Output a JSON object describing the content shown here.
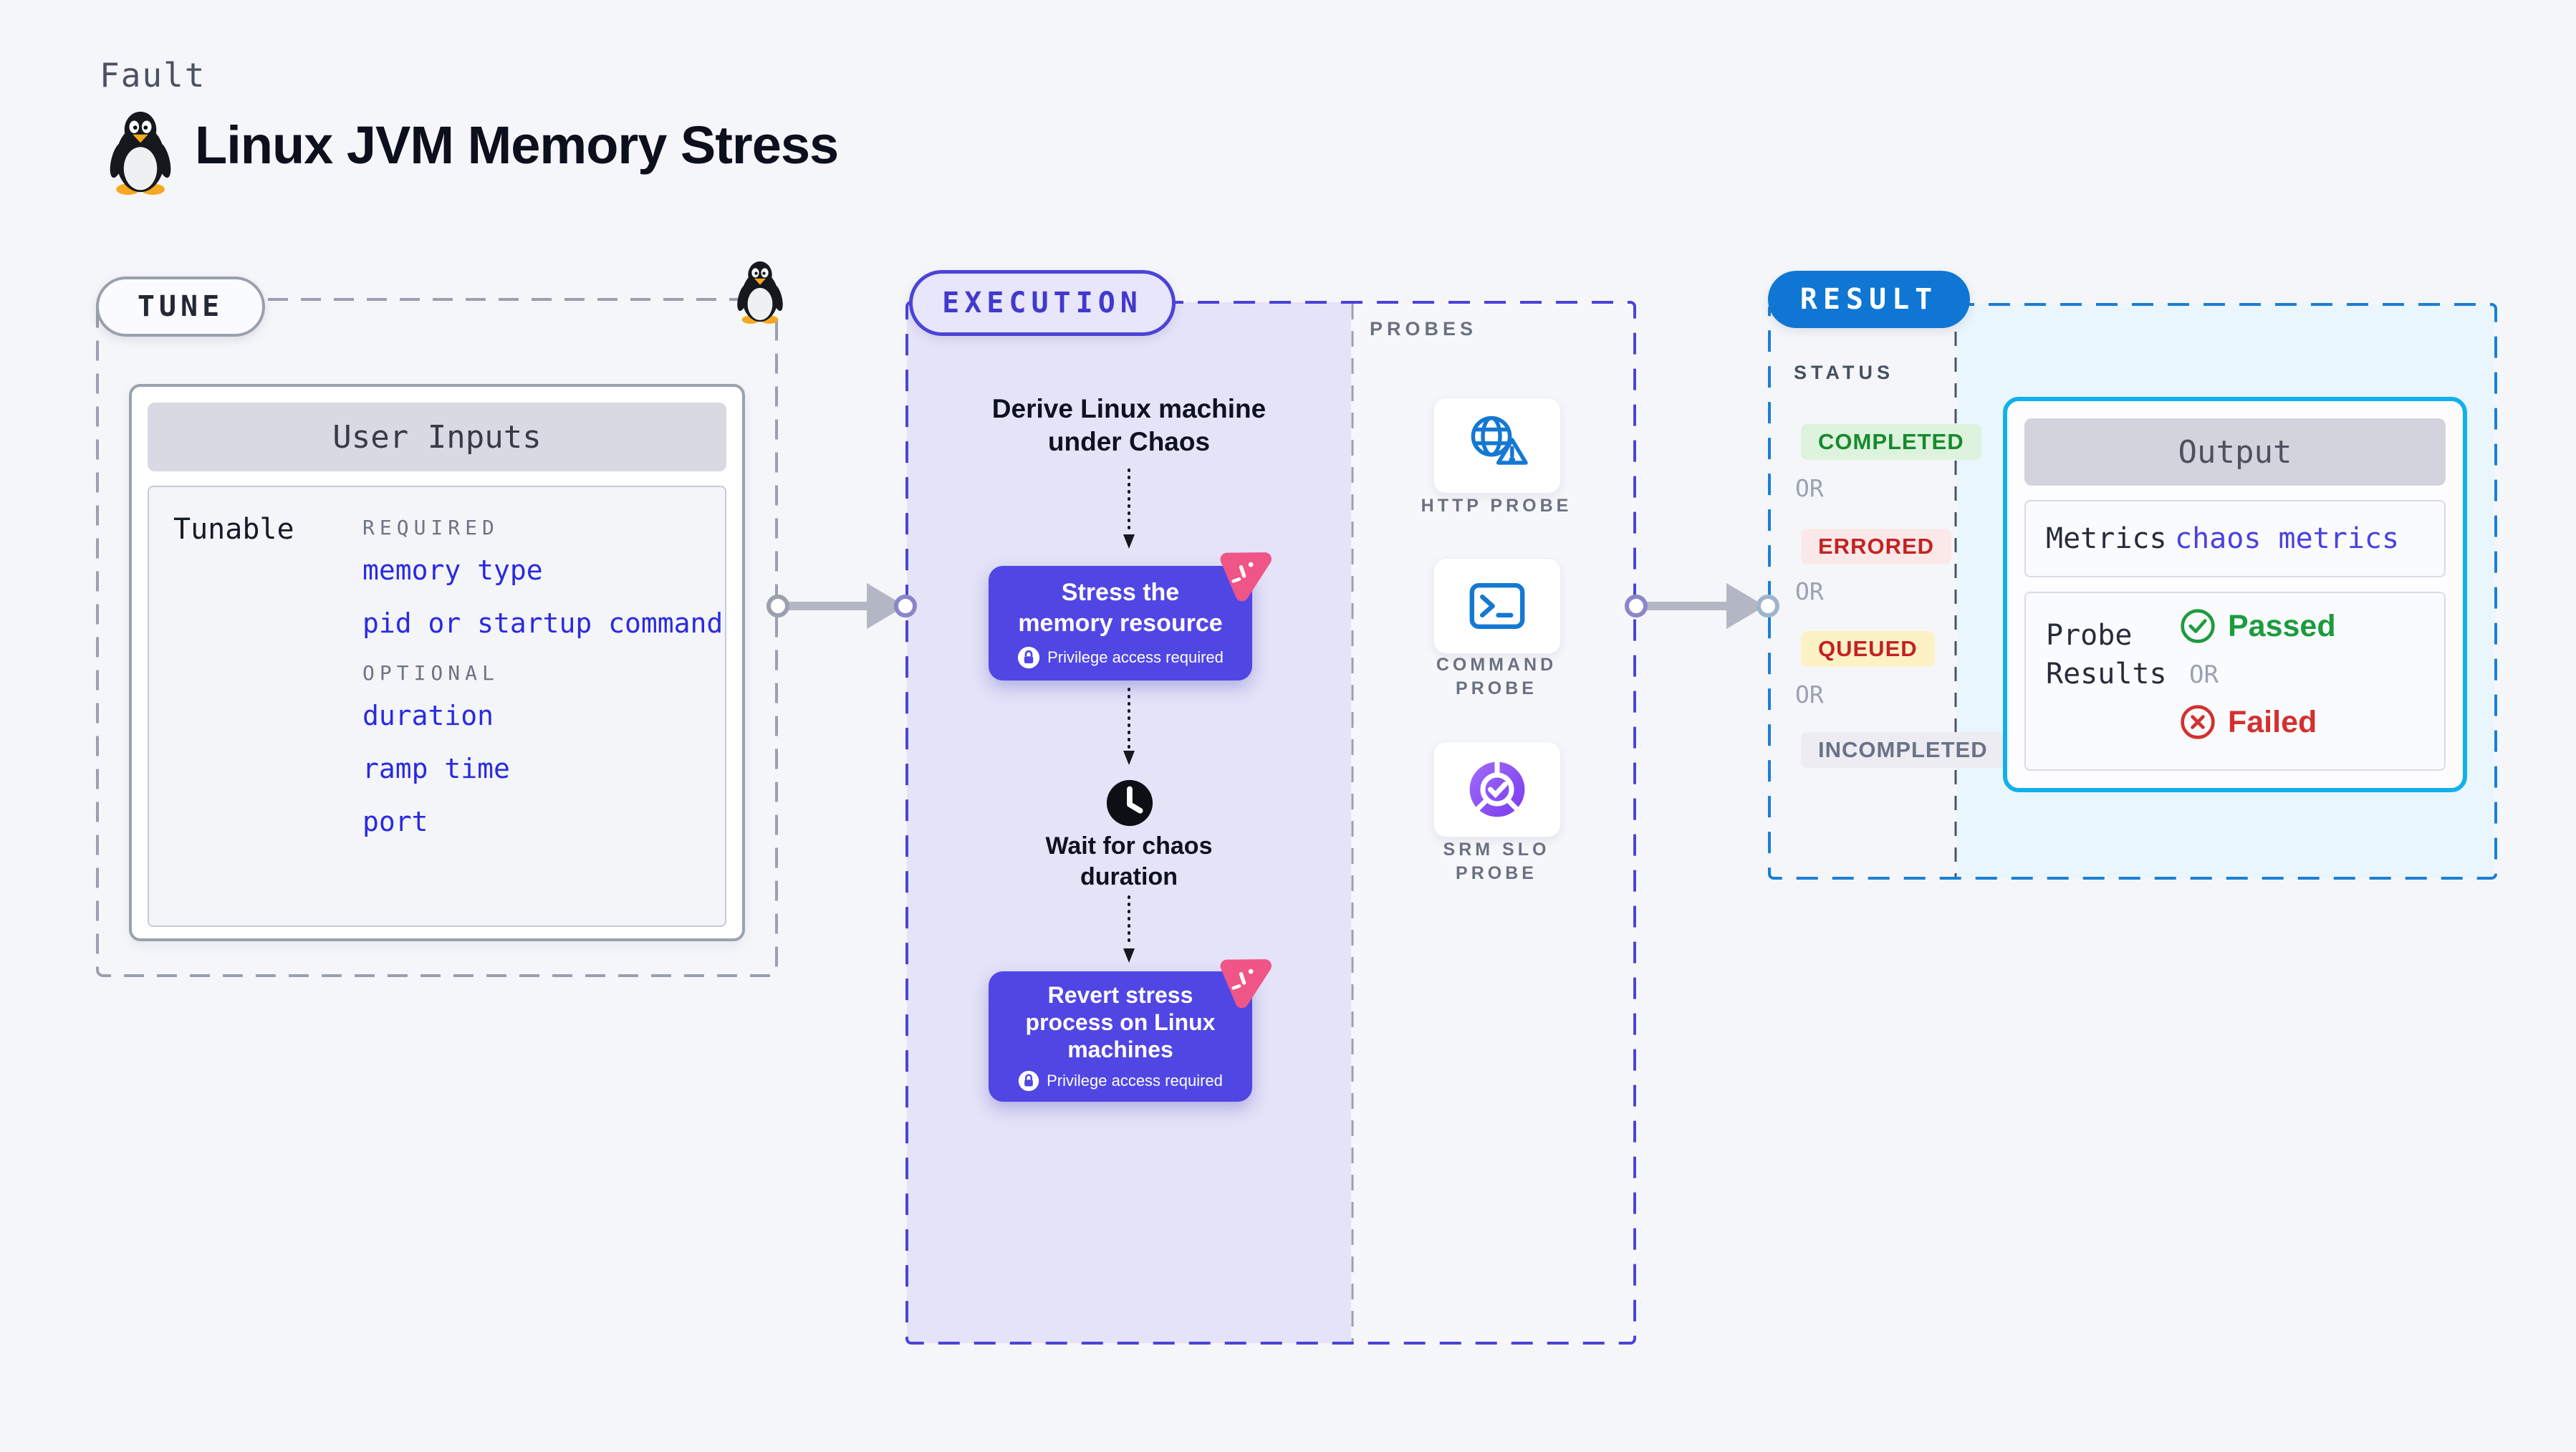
{
  "header": {
    "kicker": "Fault",
    "title": "Linux JVM Memory Stress",
    "title_icon": "tux-penguin-icon"
  },
  "tune": {
    "label": "TUNE",
    "corner_icon": "tux-penguin-icon",
    "card": {
      "title": "User Inputs",
      "row_label": "Tunable",
      "groups": [
        {
          "heading": "REQUIRED",
          "items": [
            "memory type",
            "pid or startup command"
          ]
        },
        {
          "heading": "OPTIONAL",
          "items": [
            "duration",
            "ramp time",
            "port"
          ]
        }
      ]
    }
  },
  "execution": {
    "label": "EXECUTION",
    "start_lines": [
      "Derive Linux machine",
      "under Chaos"
    ],
    "steps": [
      {
        "title_lines": [
          "Stress the",
          "memory resource"
        ],
        "note": "Privilege access required",
        "badge_icon": "litmus-chaos-icon"
      },
      {
        "title_lines": [
          "Revert stress",
          "process on Linux",
          "machines"
        ],
        "note": "Privilege access required",
        "badge_icon": "litmus-chaos-icon"
      }
    ],
    "wait_lines": [
      "Wait for chaos",
      "duration"
    ],
    "wait_icon": "clock-icon"
  },
  "probes": {
    "label": "PROBES",
    "items": [
      {
        "label_lines": [
          "HTTP PROBE",
          ""
        ],
        "icon": "globe-alert-icon"
      },
      {
        "label_lines": [
          "COMMAND",
          "PROBE"
        ],
        "icon": "terminal-icon"
      },
      {
        "label_lines": [
          "SRM SLO",
          "PROBE"
        ],
        "icon": "slo-pie-icon"
      }
    ]
  },
  "result": {
    "label": "RESULT",
    "status_heading": "STATUS",
    "or": "OR",
    "statuses": [
      {
        "text": "COMPLETED",
        "fg": "#178a2e",
        "bg": "#def3de"
      },
      {
        "text": "ERRORED",
        "fg": "#c32222",
        "bg": "#fbe9e9"
      },
      {
        "text": "QUEUED",
        "fg": "#c32222",
        "bg": "#fdf1c6"
      },
      {
        "text": "INCOMPLETED",
        "fg": "#6b7286",
        "bg": "#ececf2"
      }
    ],
    "output": {
      "title": "Output",
      "metrics_label": "Metrics",
      "metrics_value": "chaos metrics",
      "probe_label": "Probe Results",
      "passed": "Passed",
      "or": "OR",
      "failed": "Failed"
    }
  },
  "palette": {
    "page_bg": "#f5f6fa",
    "tune_border": "#9aa0ae",
    "execution_accent": "#4c43d8",
    "execution_panel": "#e4e3f8",
    "node_bg": "#5046e4",
    "litmus_pink": "#ef5586",
    "probe_blue": "#1478d2",
    "slo_purple": "#7a3bee",
    "result_pill": "#0f76d3",
    "result_border": "#1b7fd4",
    "output_border": "#12b0ea",
    "output_panel": "#e9f6fd",
    "tunable_link": "#2a2ae0",
    "metrics_link": "#4b41df",
    "passed_green": "#1d9b3e",
    "failed_red": "#d3302f"
  }
}
